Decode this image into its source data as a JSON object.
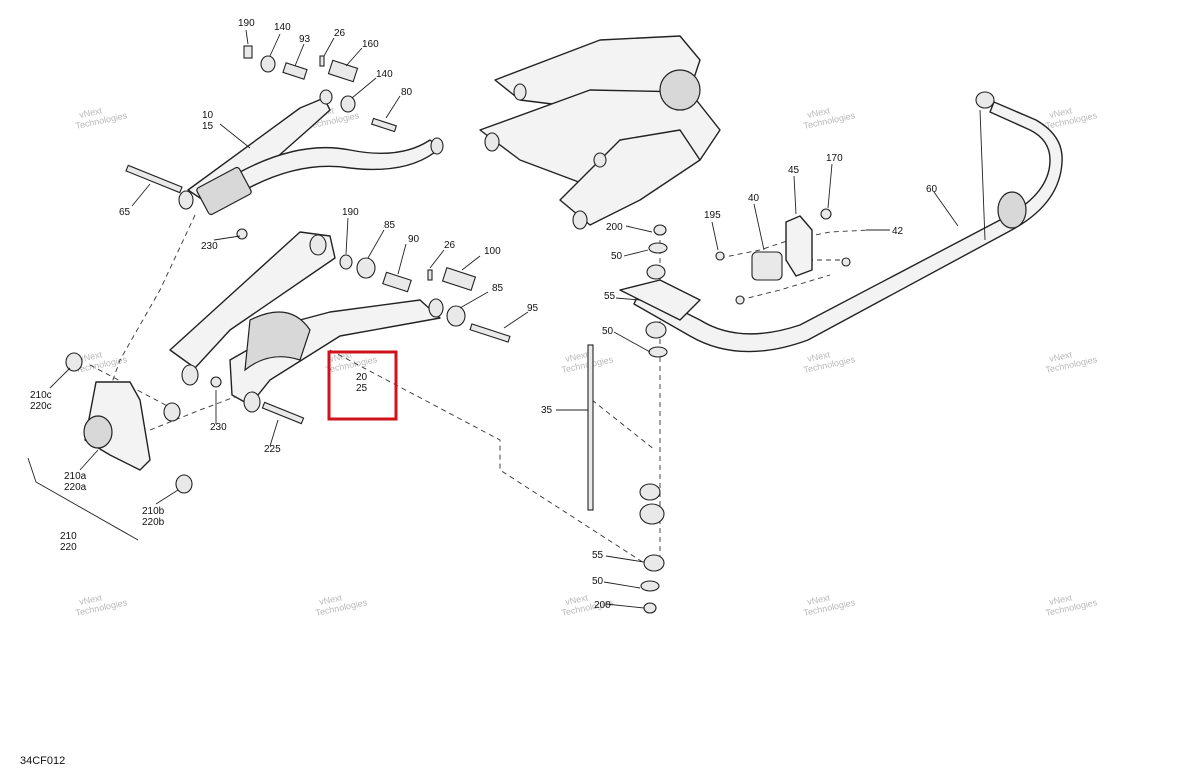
{
  "diagram": {
    "reference_code": "34CF012",
    "watermark": [
      "vNext",
      "Technologies"
    ],
    "highlight_labels": [
      "20",
      "25"
    ],
    "callouts": [
      {
        "id": "c190a",
        "text": "190"
      },
      {
        "id": "c140a",
        "text": "140"
      },
      {
        "id": "c93",
        "text": "93"
      },
      {
        "id": "c26a",
        "text": "26"
      },
      {
        "id": "c160",
        "text": "160"
      },
      {
        "id": "c140b",
        "text": "140"
      },
      {
        "id": "c80",
        "text": "80"
      },
      {
        "id": "c10",
        "text": "10"
      },
      {
        "id": "c15",
        "text": "15"
      },
      {
        "id": "c65",
        "text": "65"
      },
      {
        "id": "c230a",
        "text": "230"
      },
      {
        "id": "c190b",
        "text": "190"
      },
      {
        "id": "c85a",
        "text": "85"
      },
      {
        "id": "c90",
        "text": "90"
      },
      {
        "id": "c26b",
        "text": "26"
      },
      {
        "id": "c100",
        "text": "100"
      },
      {
        "id": "c85b",
        "text": "85"
      },
      {
        "id": "c95",
        "text": "95"
      },
      {
        "id": "c210c",
        "text": "210c"
      },
      {
        "id": "c220c",
        "text": "220c"
      },
      {
        "id": "c230b",
        "text": "230"
      },
      {
        "id": "c225",
        "text": "225"
      },
      {
        "id": "c210a",
        "text": "210a"
      },
      {
        "id": "c220a",
        "text": "220a"
      },
      {
        "id": "c210b",
        "text": "210b"
      },
      {
        "id": "c220b",
        "text": "220b"
      },
      {
        "id": "c210",
        "text": "210"
      },
      {
        "id": "c220",
        "text": "220"
      },
      {
        "id": "c200a",
        "text": "200"
      },
      {
        "id": "c50a",
        "text": "50"
      },
      {
        "id": "c55a",
        "text": "55"
      },
      {
        "id": "c50b",
        "text": "50"
      },
      {
        "id": "c35",
        "text": "35"
      },
      {
        "id": "c55b",
        "text": "55"
      },
      {
        "id": "c50c",
        "text": "50"
      },
      {
        "id": "c200b",
        "text": "200"
      },
      {
        "id": "c195",
        "text": "195"
      },
      {
        "id": "c45",
        "text": "45"
      },
      {
        "id": "c40",
        "text": "40"
      },
      {
        "id": "c170",
        "text": "170"
      },
      {
        "id": "c42",
        "text": "42"
      },
      {
        "id": "c60",
        "text": "60"
      }
    ]
  }
}
